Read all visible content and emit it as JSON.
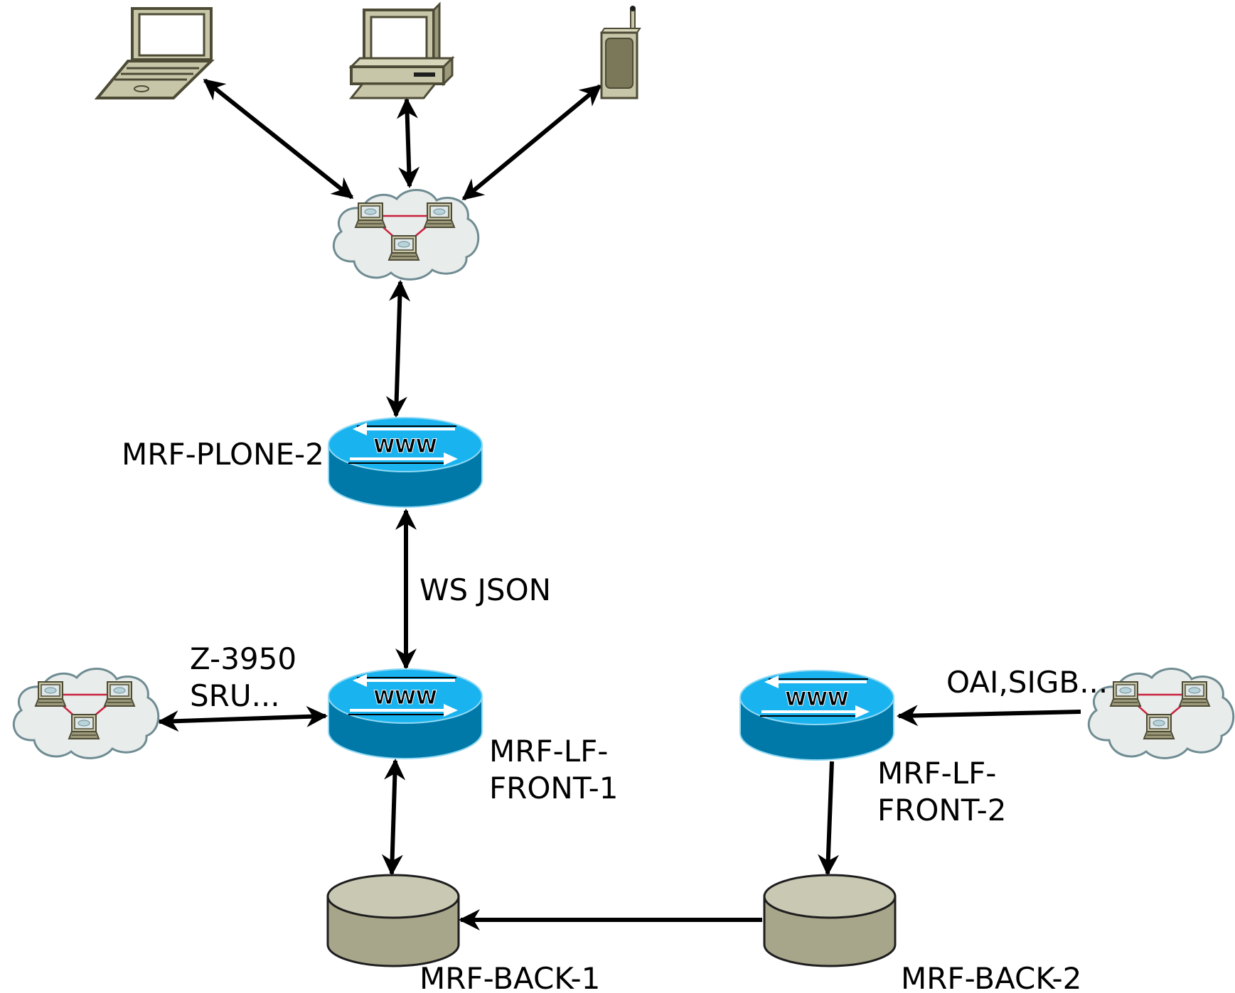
{
  "labels": {
    "plone": "MRF-PLONE-2",
    "ws_json": "WS JSON",
    "z3950_line1": "Z-3950",
    "z3950_line2": "SRU...",
    "front1_line1": "MRF-LF-",
    "front1_line2": "FRONT-1",
    "oai": "OAI,SIGB...",
    "front2_line1": "MRF-LF-",
    "front2_line2": "FRONT-2",
    "back1": "MRF-BACK-1",
    "back2": "MRF-BACK-2",
    "www": "WWW"
  },
  "nodes": {
    "clients": [
      "laptop-icon",
      "desktop-computer-icon",
      "mobile-phone-icon"
    ],
    "networks": [
      "network-cloud-icon"
    ],
    "servers": [
      "web-server-icon"
    ],
    "databases": [
      "database-icon"
    ]
  },
  "colors": {
    "server_top": "#19b4f0",
    "server_side": "#0079a8",
    "db_top": "#c9c8b3",
    "db_side": "#a8a68a",
    "cloud_fill": "#e8eceb",
    "cloud_stroke": "#6f8c92",
    "device_fill": "#c8c6a8",
    "device_dark": "#6d6b4e",
    "mesh_line": "#c8203c"
  }
}
